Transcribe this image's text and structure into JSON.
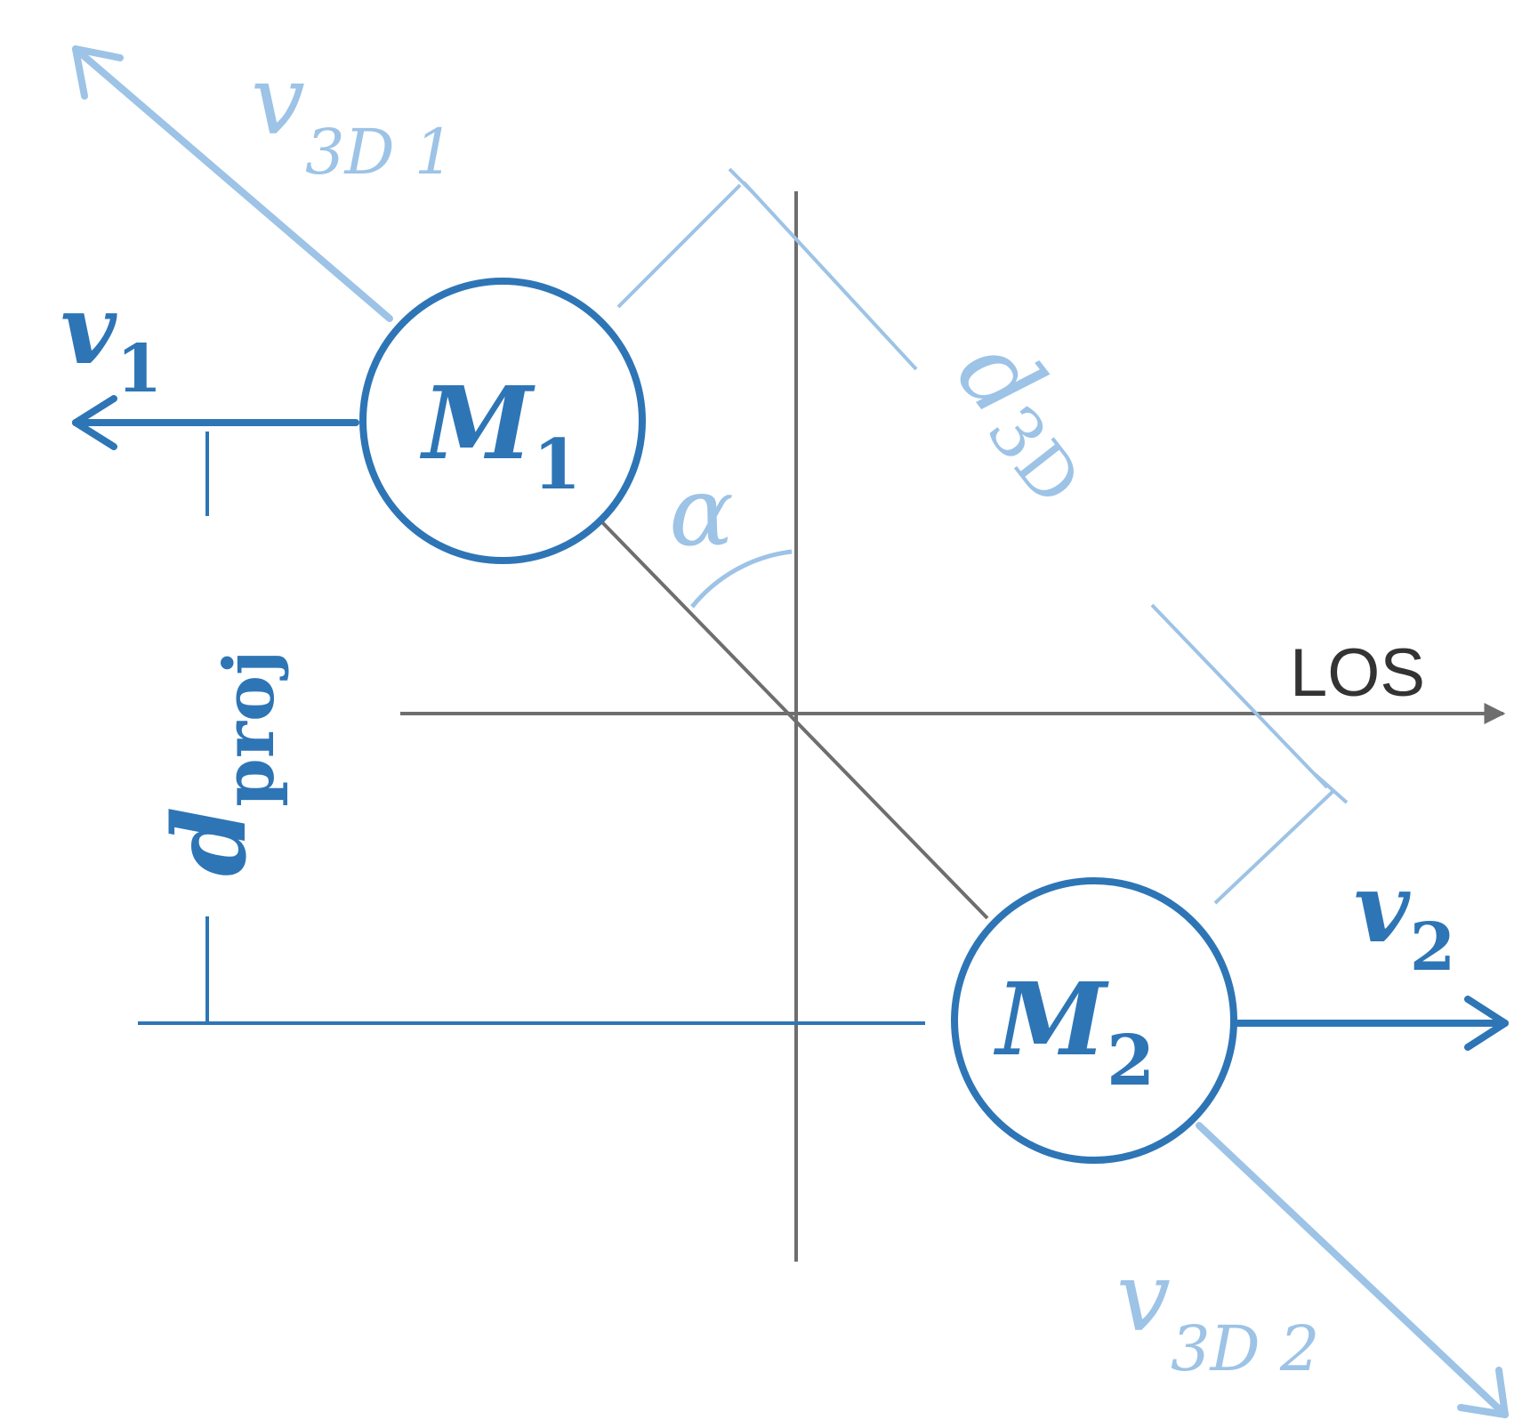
{
  "labels": {
    "v3d1": {
      "base": "v",
      "sub": "3D 1"
    },
    "v1": {
      "base": "v",
      "sub": "1"
    },
    "m1": {
      "base": "M",
      "sub": "1"
    },
    "alpha": "α",
    "d3d": {
      "base": "d",
      "sub": "3D"
    },
    "los": "LOS",
    "dproj": {
      "base": "d",
      "sub": "proj"
    },
    "v2": {
      "base": "v",
      "sub": "2"
    },
    "m2": {
      "base": "M",
      "sub": "2"
    },
    "v3d2": {
      "base": "v",
      "sub": "3D 2"
    }
  },
  "colors": {
    "dark_blue": "#2E75B6",
    "light_blue": "#9DC3E6",
    "gray": "#6E6E6E",
    "los_text": "#333333"
  }
}
